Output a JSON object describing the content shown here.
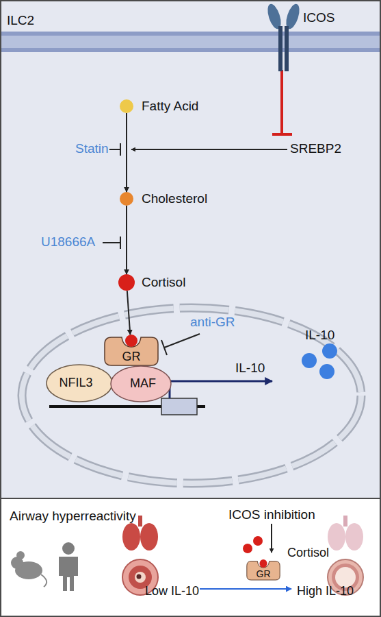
{
  "diagram": {
    "nodes": [
      {
        "text": [
          "ILC2"
        ]
      },
      {
        "text": [
          "ICOS"
        ],
        "in": 0
      },
      {
        "text": [
          "Fatty Acid"
        ],
        "in": 0
      },
      {
        "text": [
          "Cholesterol"
        ],
        "in": 0
      },
      {
        "text": [
          "Cortisol"
        ],
        "in": 0
      },
      {
        "text": [
          "GR"
        ],
        "in": 0
      },
      {
        "text": [
          "NFIL3"
        ],
        "in": 0
      },
      {
        "text": [
          "MAF"
        ],
        "in": 0
      },
      {
        "text": [
          "Airway hyperreactivity",
          "ICOS inhibition",
          "Cortisol",
          "Low IL-10",
          "High IL-10"
        ]
      },
      {
        "text": [
          "GR"
        ],
        "in": 8
      }
    ],
    "edges": [
      {
        "from": 2,
        "to": 3,
        "arrow": "to"
      },
      {
        "from": 3,
        "to": 4,
        "arrow": "to"
      },
      {
        "from": 4,
        "to": 5,
        "arrow": "to"
      }
    ],
    "labels": [
      "Statin",
      "SREBP2",
      "U18666A",
      "anti-GR",
      "IL-10",
      "IL-10"
    ]
  }
}
